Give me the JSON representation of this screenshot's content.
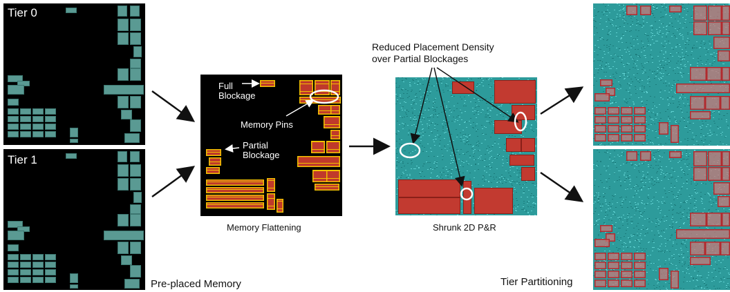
{
  "labels": {
    "tier0": "Tier 0",
    "tier1": "Tier 1",
    "preplaced": "Pre-placed Memory",
    "flattening": "Memory Flattening",
    "shrunk": "Shrunk 2D P&R",
    "partitioning": "Tier Partitioning",
    "full_blockage": "Full\nBlockage",
    "memory_pins": "Memory Pins",
    "partial_blockage": "Partial\nBlockage",
    "reduced_density": "Reduced Placement Density\nover Partial Blockages"
  },
  "colors": {
    "background": "#ffffff",
    "die": "#000000",
    "memory_teal": "#5a9a93",
    "blockage_red": "#c0392b",
    "pins_yellow": "#f2c200",
    "cells_cyan": "#3fb8b8",
    "arrow": "#111111"
  }
}
